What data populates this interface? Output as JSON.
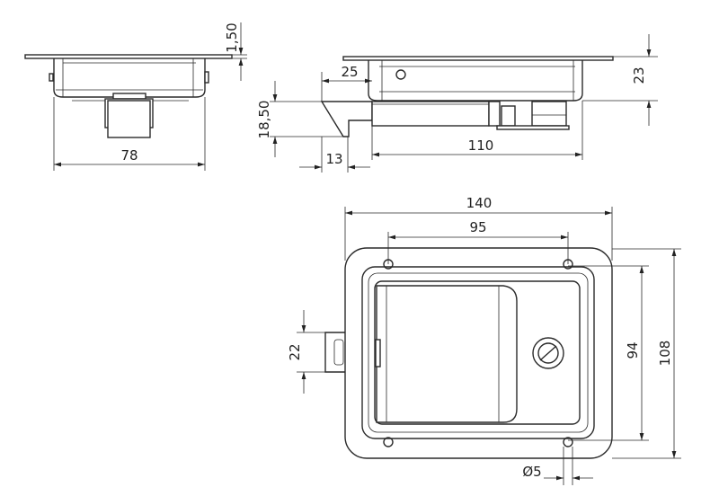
{
  "title": "Drawer latch technical drawing",
  "dimensions": {
    "width_side": "78",
    "flange_thickness": "1,50",
    "catch_offset": "25",
    "depth": "23",
    "catch_height": "18,50",
    "catch_width": "13",
    "body_length": "110",
    "plate_width": "140",
    "hole_spacing_h": "95",
    "hole_spacing_v": "94",
    "plate_height": "108",
    "catch_front": "22",
    "hole_diameter": "Ø5"
  }
}
